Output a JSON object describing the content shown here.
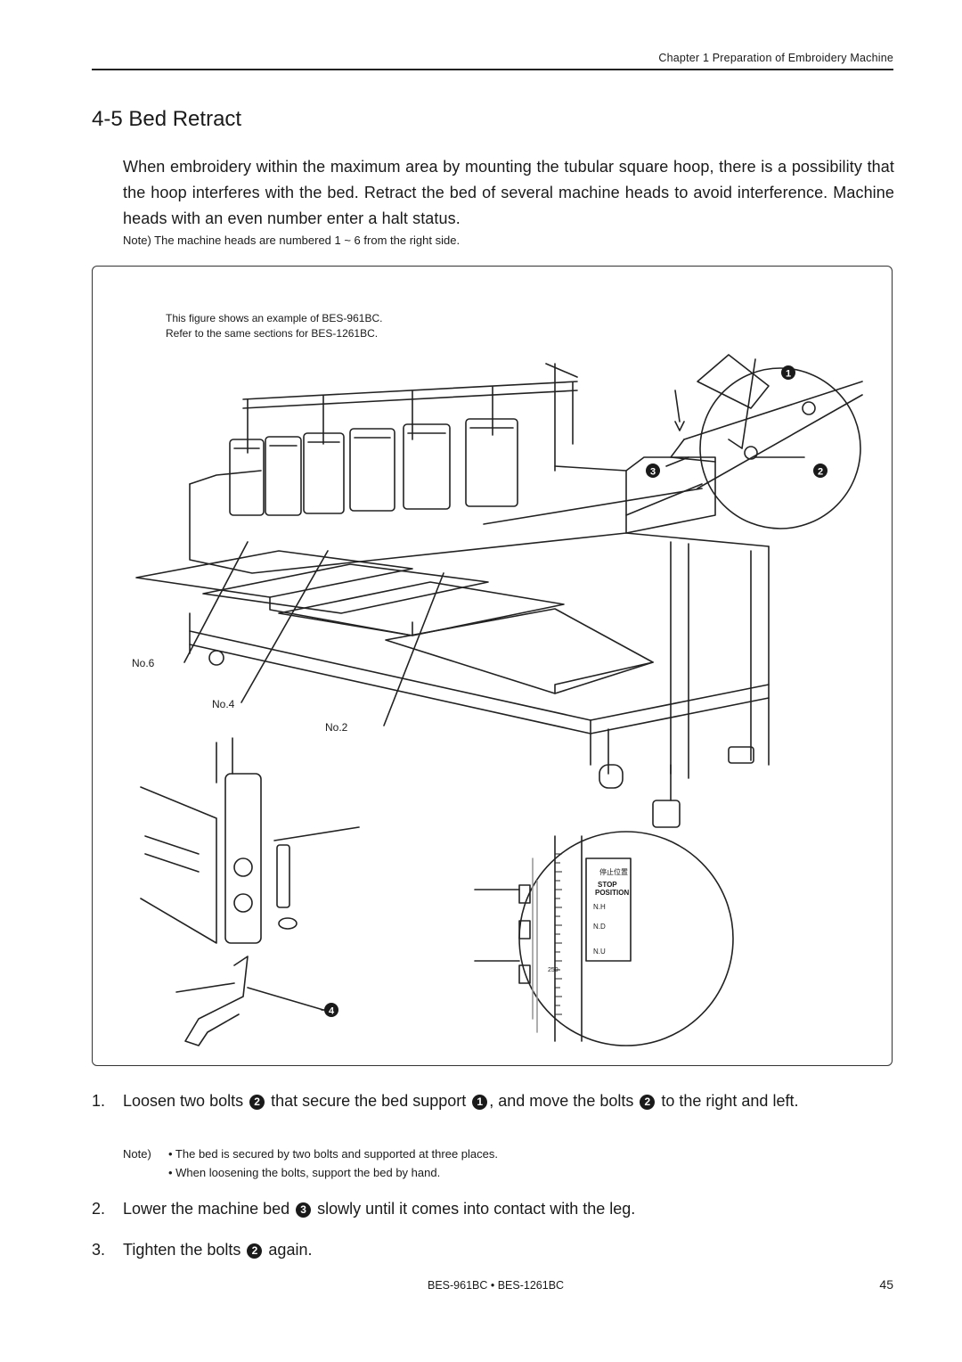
{
  "header": {
    "running_head": "Chapter 1  Preparation of Embroidery Machine"
  },
  "section": {
    "title": "4-5 Bed Retract",
    "intro": "When embroidery within the maximum area by mounting the tubular square hoop, there is a possibility that the hoop interferes with the bed.  Retract the bed of several machine heads to avoid interference. Machine heads with an even number enter a halt status.",
    "note": "Note)  The machine heads are numbered 1 ~ 6 from the right side."
  },
  "figure": {
    "caption_line1": "This figure shows an example of BES-961BC.",
    "caption_line2": "Refer to the same sections for BES-1261BC.",
    "head_labels": [
      "No.6",
      "No.4",
      "No.2"
    ],
    "callouts": [
      "1",
      "2",
      "3",
      "4"
    ],
    "scale": {
      "heading_jp": "停止位置",
      "heading_en1": "STOP",
      "heading_en2": "POSITION",
      "marks": [
        "N.H",
        "N.D",
        "N.U"
      ],
      "ruler_number": "250"
    }
  },
  "steps": [
    {
      "number": "1.",
      "parts": [
        "Loosen two bolts ",
        " that secure the bed support ",
        ", and move the bolts ",
        " to the right and left."
      ],
      "callouts": [
        "2",
        "1",
        "2"
      ]
    },
    {
      "number": "2.",
      "parts": [
        "Lower the machine bed ",
        " slowly until it comes into contact with the leg."
      ],
      "callouts": [
        "3"
      ]
    },
    {
      "number": "3.",
      "parts": [
        "Tighten the bolts ",
        " again."
      ],
      "callouts": [
        "2"
      ]
    }
  ],
  "step_note": {
    "label": "Note)",
    "items": [
      "• The bed is secured by two bolts and supported at three places.",
      "• When loosening the bolts, support the bed by hand."
    ]
  },
  "footer": {
    "model": "BES-961BC • BES-1261BC",
    "page_number": "45"
  }
}
